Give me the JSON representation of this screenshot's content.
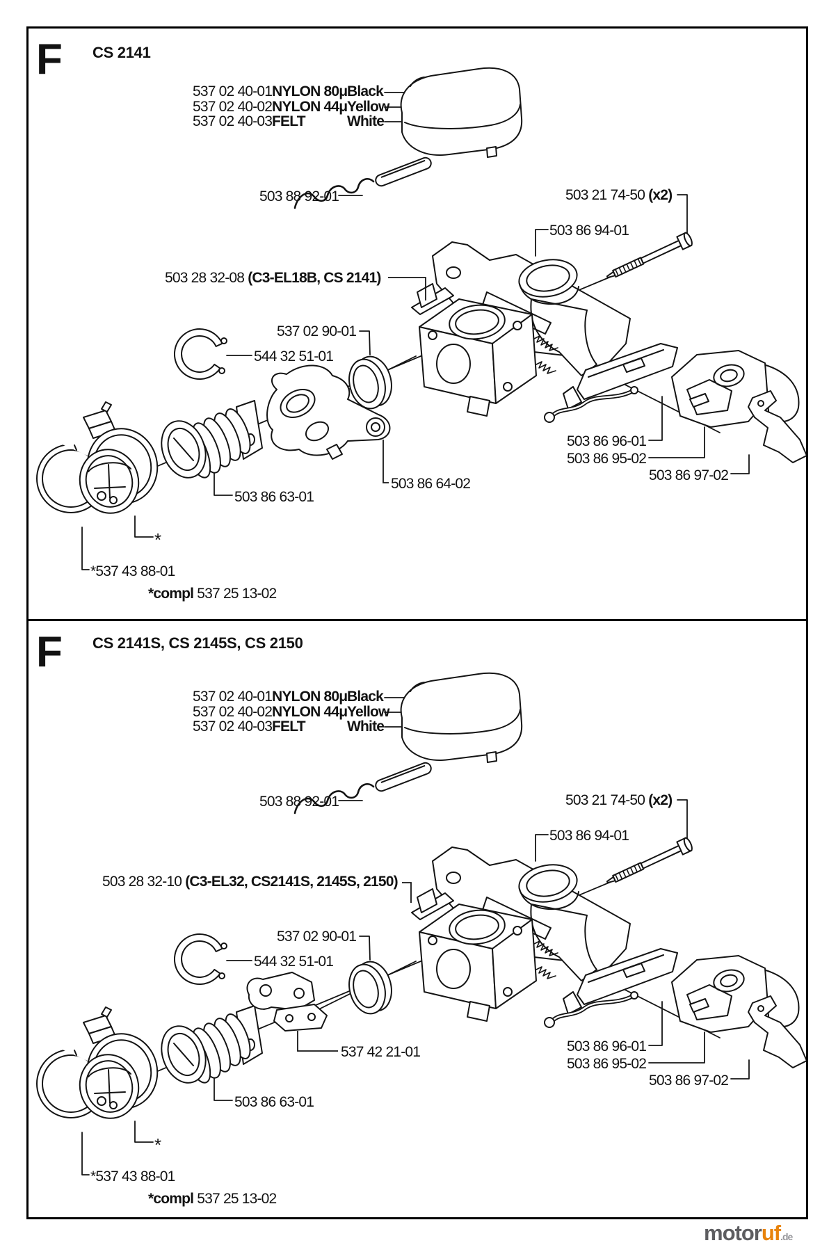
{
  "watermark": {
    "brand_prefix": "motor",
    "brand_suffix": "uf",
    "tld": ".de"
  },
  "panels": [
    {
      "section_letter": "F",
      "title": "CS 2141",
      "filter_table": [
        {
          "part": "537 02 40-01",
          "material": "NYLON 80μ",
          "color": "Black"
        },
        {
          "part": "537 02 40-02",
          "material": "NYLON 44μ",
          "color": "Yellow"
        },
        {
          "part": "537 02 40-03",
          "material": "FELT",
          "color": "White"
        }
      ],
      "labels": {
        "choke_wire": "503 88 92-01",
        "bolt": "503 21 74-50",
        "bolt_qty": "(x2)",
        "intake_manifold": "503 86 94-01",
        "carburetor": "503 28 32-08",
        "carburetor_models": "(C3-EL18B, CS 2141)",
        "seal_ring": "537 02 90-01",
        "retaining_clip": "544 32 51-01",
        "throttle_rod_bracket": "503 86 96-01",
        "trigger_housing": "503 86 95-02",
        "wire_guide": "503 86 97-02",
        "throttle_lever": "503 86 64-02",
        "intake_boot": "503 86 63-01",
        "flange_asterisk": "*",
        "flange_clamp": "*537 43 88-01",
        "complete_label": "*compl",
        "complete_part": "537 25 13-02"
      }
    },
    {
      "section_letter": "F",
      "title": "CS 2141S, CS 2145S, CS 2150",
      "filter_table": [
        {
          "part": "537 02 40-01",
          "material": "NYLON 80μ",
          "color": "Black"
        },
        {
          "part": "537 02 40-02",
          "material": "NYLON 44μ",
          "color": "Yellow"
        },
        {
          "part": "537 02 40-03",
          "material": "FELT",
          "color": "White"
        }
      ],
      "labels": {
        "choke_wire": "503 88 92-01",
        "bolt": "503 21 74-50",
        "bolt_qty": "(x2)",
        "intake_manifold": "503 86 94-01",
        "carburetor": "503 28 32-10",
        "carburetor_models": "(C3-EL32, CS2141S, 2145S, 2150)",
        "seal_ring": "537 02 90-01",
        "retaining_clip": "544 32 51-01",
        "throttle_rod_bracket": "503 86 96-01",
        "trigger_housing": "503 86 95-02",
        "wire_guide": "503 86 97-02",
        "throttle_lever": "537 42 21-01",
        "intake_boot": "503 86 63-01",
        "flange_asterisk": "*",
        "flange_clamp": "*537 43 88-01",
        "complete_label": "*compl",
        "complete_part": "537 25 13-02"
      }
    }
  ]
}
